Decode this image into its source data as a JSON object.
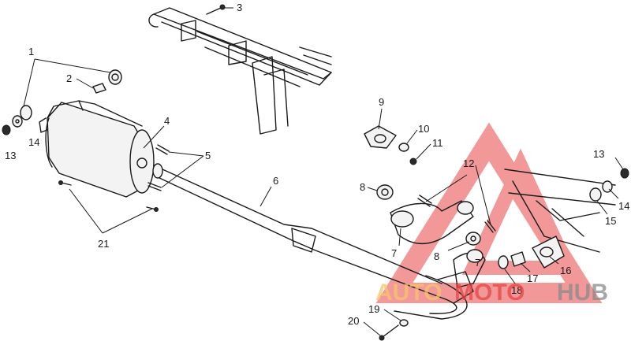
{
  "callouts": {
    "c1": "1",
    "c2": "2",
    "c3": "3",
    "c4": "4",
    "c5": "5",
    "c6": "6",
    "c7a": "7",
    "c7b": "7",
    "c8a": "8",
    "c8b": "8",
    "c9": "9",
    "c10": "10",
    "c11": "11",
    "c12": "12",
    "c13a": "13",
    "c13b": "13",
    "c14a": "14",
    "c14b": "14",
    "c15": "15",
    "c16": "16",
    "c17": "17",
    "c18": "18",
    "c19": "19",
    "c20": "20",
    "c21": "21"
  },
  "watermark": {
    "part1": "AUTO",
    "part2": "MOTO",
    "part3": "HUB",
    "color_orange": "#f6c56a",
    "color_red": "#e84545",
    "color_gray": "#8a8a8a"
  }
}
